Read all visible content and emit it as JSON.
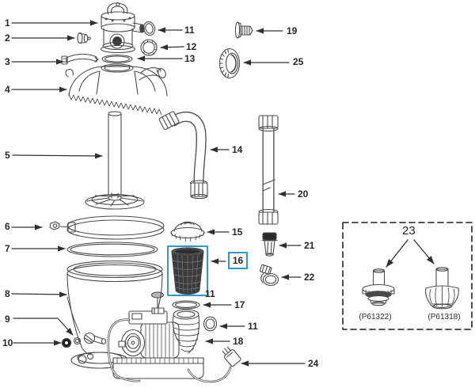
{
  "diagram": {
    "description": "Exploded parts diagram of sand filter pump",
    "highlight_color": "#2b9cc9",
    "callouts": {
      "c1": "1",
      "c2": "2",
      "c3": "3",
      "c4": "4",
      "c5": "5",
      "c6": "6",
      "c7": "7",
      "c8": "8",
      "c9": "9",
      "c10": "10",
      "c11t": "11",
      "c12": "12",
      "c13": "13",
      "c14": "14",
      "c15": "15",
      "c16": "16",
      "c17": "17",
      "c18": "18",
      "c19": "19",
      "c20": "20",
      "c21": "21",
      "c22": "22",
      "c23": "23",
      "c24": "24",
      "c25": "25",
      "c11m": "11",
      "c11l": "11"
    },
    "inset": {
      "group_label": "23",
      "variant_1": "(P61322)",
      "variant_2": "(P61318)"
    }
  }
}
